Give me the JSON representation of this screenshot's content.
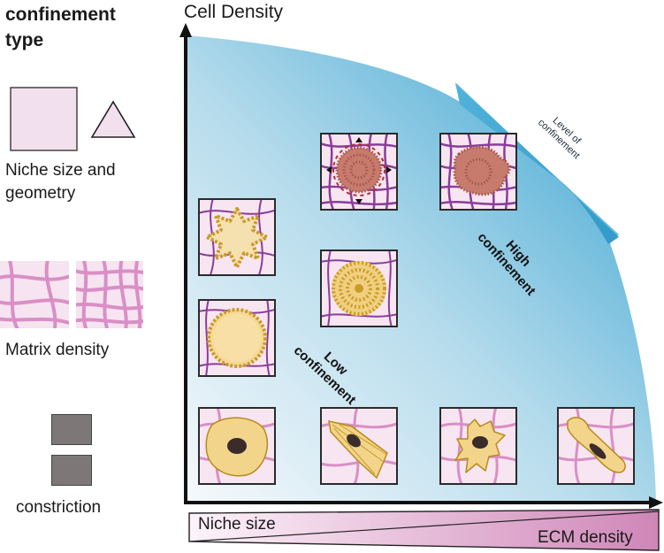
{
  "legend": {
    "title": "confinement type",
    "niche_label": "Niche size and geometry",
    "matrix_label": "Matrix density",
    "constriction_label": "constriction"
  },
  "axes": {
    "y_label": "Cell Density",
    "x_bar_top_label": "Niche size",
    "x_bar_bottom_label": "ECM density"
  },
  "diagram": {
    "level_label": "Level of confinement",
    "high_label": "High confinement",
    "low_label": "Low confinement"
  },
  "colors": {
    "gradient_light": "#e6f1f8",
    "gradient_dark": "#3aa6d2",
    "matrix_fiber": "#8a3d9a",
    "cell_fill": "#f2d58a",
    "cell_edge": "#b78a1e",
    "nucleus": "#3b2b2b",
    "tile_bg": "#f7e6f1",
    "bar_pink": "#d79ec6",
    "constriction_gray": "#7d7877"
  },
  "icons": [
    "square-niche-icon",
    "triangle-niche-icon",
    "matrix-sparse-icon",
    "matrix-dense-icon",
    "constriction-block-icon"
  ]
}
